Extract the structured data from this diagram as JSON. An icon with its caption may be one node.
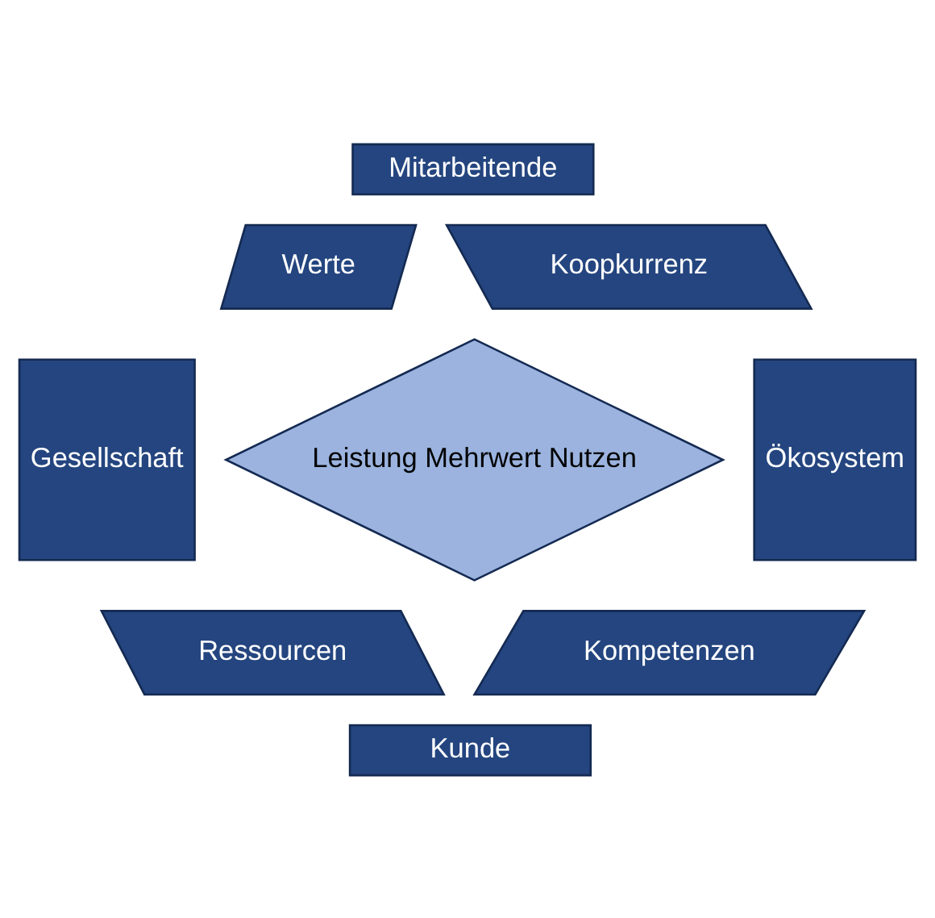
{
  "diagram": {
    "nodes": [
      {
        "text": [
          "Mitarbeitende"
        ]
      },
      {
        "text": [
          "Werte"
        ]
      },
      {
        "text": [
          "Koopkurrenz"
        ]
      },
      {
        "text": [
          "Gesellschaft"
        ]
      },
      {
        "text": [
          "Leistung Mehrwert Nutzen"
        ]
      },
      {
        "text": [
          "Ökosystem"
        ]
      },
      {
        "text": [
          "Ressourcen"
        ]
      },
      {
        "text": [
          "Kompetenzen"
        ]
      },
      {
        "text": [
          "Kunde"
        ]
      }
    ],
    "edges": []
  }
}
